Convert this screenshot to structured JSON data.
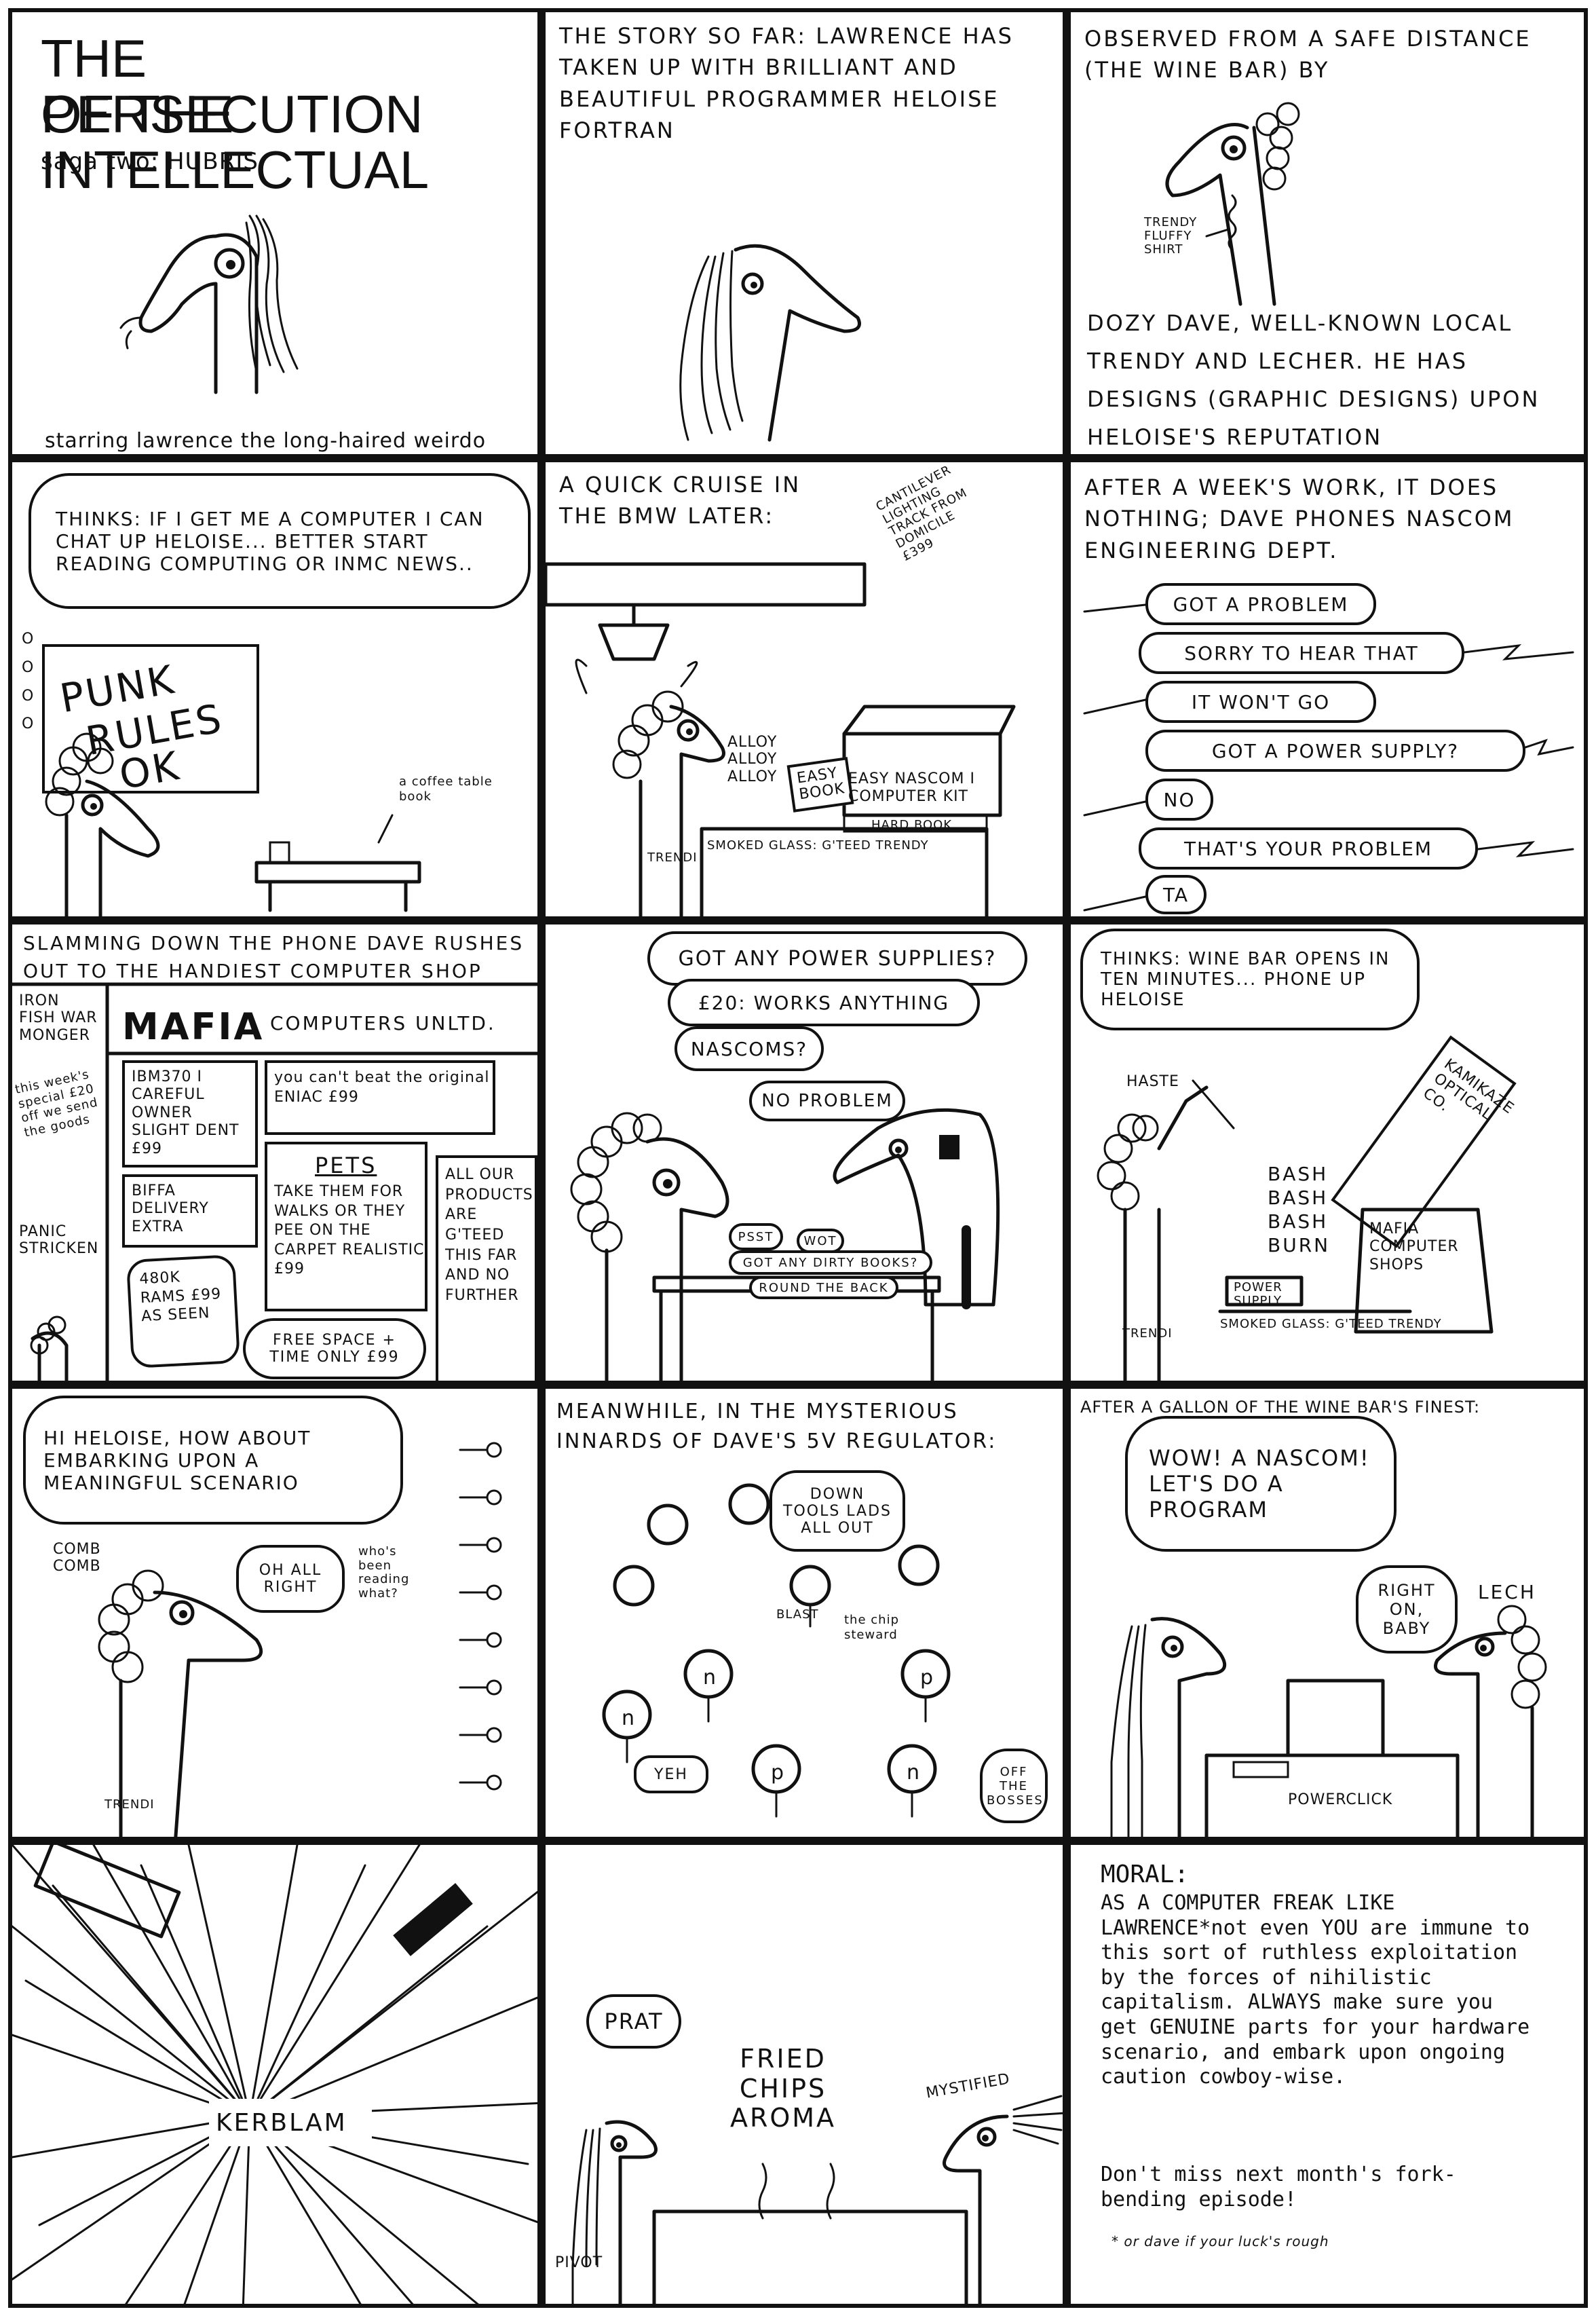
{
  "colors": {
    "ink": "#111111",
    "paper": "#ffffff"
  },
  "title": {
    "line1": "THE PERSECUTION",
    "line2": "OF THE INTELLECTUAL",
    "saga": "saga two: HUBRIS",
    "starring": "starring lawrence the long-haired weirdo"
  },
  "p2": {
    "caption": "THE STORY SO FAR: LAWRENCE HAS TAKEN UP WITH BRILLIANT AND BEAUTIFUL PROGRAMMER HELOISE FORTRAN"
  },
  "p3": {
    "caption_top": "OBSERVED FROM A SAFE DISTANCE (THE WINE BAR) BY",
    "shirt_label": "TRENDY FLUFFY SHIRT",
    "caption_bottom": "DOZY DAVE, WELL-KNOWN LOCAL TRENDY AND LECHER. HE HAS DESIGNS (GRAPHIC DESIGNS) UPON HELOISE'S REPUTATION"
  },
  "p4": {
    "thought": "THINKS: IF I GET ME A COMPUTER I CAN CHAT UP HELOISE... BETTER START READING COMPUTING OR INMC NEWS..",
    "poster_line1": "PUNK",
    "poster_line2": "RULES",
    "poster_line3": "OK",
    "coffee_label": "a coffee table book"
  },
  "p5": {
    "caption": "A QUICK CRUISE IN THE BMW LATER:",
    "lamp_label": "CANTILEVER LIGHTING TRACK FROM DOMICILE £399",
    "alloy": "ALLOY ALLOY ALLOY",
    "easy_book": "EASY BOOK",
    "kit_label": "EASY NASCOM I COMPUTER KIT",
    "hard_book": "HARD BOOK",
    "shirt_tag": "TRENDI",
    "table_label": "SMOKED GLASS: G'TEED TRENDY"
  },
  "p6": {
    "caption": "AFTER A WEEK'S WORK, IT DOES NOTHING; DAVE PHONES NASCOM ENGINEERING DEPT.",
    "lines": [
      "GOT A PROBLEM",
      "SORRY TO HEAR THAT",
      "IT WON'T GO",
      "GOT A POWER SUPPLY?",
      "NO",
      "THAT'S YOUR PROBLEM",
      "TA"
    ]
  },
  "p7": {
    "caption": "SLAMMING DOWN THE PHONE DAVE RUSHES OUT TO THE HANDIEST COMPUTER SHOP",
    "fishmonger": "IRON FISH WAR MONGER",
    "shop_name": "MAFIA",
    "shop_sub": "COMPUTERS UNLTD.",
    "special": "this week's special £20 off we send the goods",
    "ibm": "IBM370 I CAREFUL OWNER SLIGHT DENT £99",
    "eniac": "you can't beat the original ENIAC £99",
    "biffa": "BIFFA DELIVERY EXTRA",
    "pets_title": "PETS",
    "pets_body": "TAKE THEM FOR WALKS OR THEY PEE ON THE CARPET REALISTIC £99",
    "products": "ALL OUR PRODUCTS ARE G'TEED THIS FAR AND NO FURTHER",
    "ram": "480K RAMS £99 as seen",
    "free_space": "free space + time only £99",
    "panic": "PANIC STRICKEN"
  },
  "p8": {
    "lines": [
      "GOT ANY POWER SUPPLIES?",
      "£20: WORKS ANYTHING",
      "NASCOMS?",
      "NO PROBLEM"
    ],
    "whisper1": "PSST",
    "whisper2": "WOT",
    "whisper3": "GOT ANY DIRTY BOOKS?",
    "whisper4": "ROUND THE BACK"
  },
  "p9": {
    "thought": "THINKS: WINE BAR OPENS IN TEN MINUTES... PHONE UP HELOISE",
    "haste": "HASTE",
    "telescope": "KAMIKAZE OPTICAL CO.",
    "bash": "BASH BASH BASH BURN",
    "power": "POWER SUPPLY",
    "bag": "MAFIA COMPUTER SHOPS",
    "shirt_tag": "TRENDI",
    "table_label": "SMOKED GLASS: G'TEED TRENDY"
  },
  "p10": {
    "speech": "HI HELOISE, HOW ABOUT EMBARKING UPON A MEANINGFUL SCENARIO",
    "comb": "COMB COMB",
    "reply": "OH ALL RIGHT",
    "aside": "who's been reading what?",
    "shirt_tag": "TRENDI"
  },
  "p11": {
    "caption": "MEANWHILE, IN THE MYSTERIOUS INNARDS OF DAVE'S 5V REGULATOR:",
    "speech": "DOWN TOOLS LADS ALL OUT",
    "blast": "BLAST",
    "steward": "the chip steward",
    "yeh": "YEH",
    "bosses": "off the bosses",
    "n": "n",
    "p": "p"
  },
  "p12": {
    "caption": "AFTER A GALLON OF THE WINE BAR'S FINEST:",
    "speech": "WOW! A NASCOM! LET'S DO A PROGRAM",
    "reply": "RIGHT ON, BABY",
    "lech": "LECH",
    "machine": "POWERCLICK"
  },
  "p13": {
    "sound": "KERBLAM"
  },
  "p14": {
    "prat": "PRAT",
    "smell": "FRIED CHIPS AROMA",
    "mystified": "MYSTIFIED",
    "pivot": "PIVOT"
  },
  "p15": {
    "moral_title": "MORAL:",
    "moral_body": "AS A COMPUTER FREAK LIKE LAWRENCE*not even YOU are immune to this sort of ruthless exploitation by the forces of nihilistic capitalism. ALWAYS make sure you get GENUINE parts for your hardware scenario, and embark upon ongoing caution cowboy-wise.",
    "next": "Don't miss next month's fork-bending episode!",
    "footnote": "* or dave if your luck's rough"
  }
}
